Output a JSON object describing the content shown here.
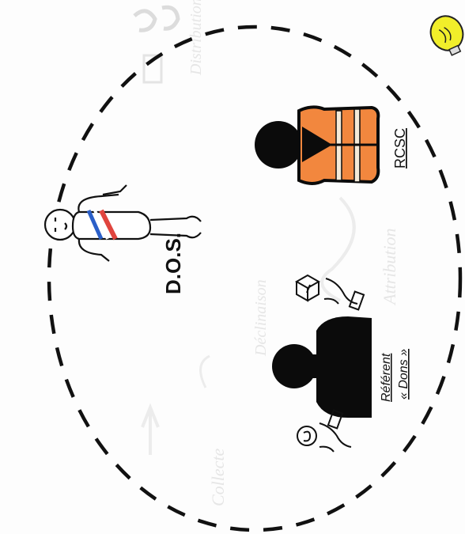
{
  "labels": {
    "dos": "D.O.S.",
    "rcsc": "RCSC",
    "referent_line1": "Référent",
    "referent_line2": "« Dons »"
  },
  "faint_labels": {
    "distribution": "Distribution",
    "attribution": "Attribution",
    "declinaison": "Déclinaison",
    "collecte": "Collecte"
  },
  "colors": {
    "vest": "#f2873e",
    "vest_stripe": "#f4ead8",
    "silhouette": "#0b0b0b",
    "sash_blue": "#2b5fc8",
    "sash_red": "#e0453e",
    "bulb": "#f1ee2a",
    "dashed_circle": "#111111"
  },
  "icons": [
    "person-mayor-icon",
    "person-silhouette-icon",
    "vest-icon",
    "hand-box-icon",
    "hand-coin-icon",
    "lightbulb-icon",
    "recycle-icon"
  ]
}
